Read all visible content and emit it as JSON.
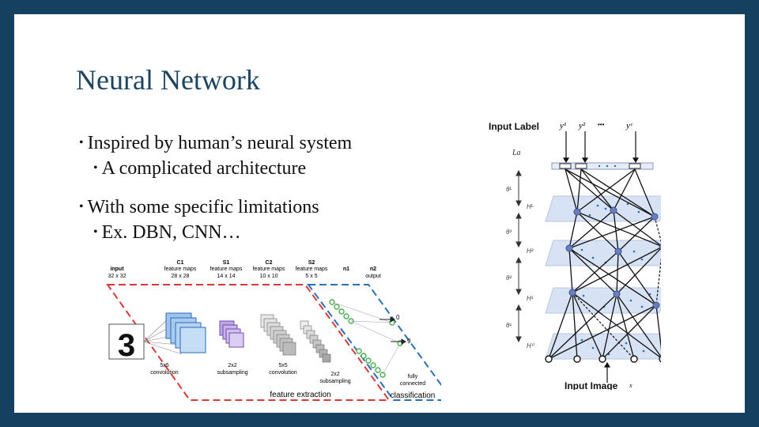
{
  "title": "Neural Network",
  "bullets": [
    {
      "text": "Inspired by human’s neural system",
      "sub": "A complicated architecture"
    },
    {
      "text": "With some specific limitations",
      "sub": "Ex. DBN, CNN…"
    }
  ],
  "cnn": {
    "layers": [
      {
        "name": "input",
        "size": "32 x 32"
      },
      {
        "name": "C1",
        "desc": "feature maps",
        "size": "28 x 28"
      },
      {
        "name": "S1",
        "desc": "feature maps",
        "size": "14 x 14"
      },
      {
        "name": "C2",
        "desc": "feature maps",
        "size": "10 x 10"
      },
      {
        "name": "S2",
        "desc": "feature maps",
        "size": "5 x 5"
      },
      {
        "name": "n1"
      },
      {
        "name": "n2",
        "desc": "output"
      }
    ],
    "digit": "3",
    "ops": [
      {
        "k": "5x5",
        "name": "convolution"
      },
      {
        "k": "2x2",
        "name": "subsampling"
      },
      {
        "k": "5x5",
        "name": "convolution"
      },
      {
        "k": "2x2",
        "name": "subsampling"
      }
    ],
    "outputs": [
      "0",
      "9"
    ],
    "fully": "fully",
    "connected": "connected",
    "feature_extraction": "feature extraction",
    "classification": "classification"
  },
  "dbn": {
    "input_label": "Input Label",
    "input_image": "Input Image",
    "y_labels": [
      "y¹",
      "y²",
      "•••",
      "yᶜ"
    ],
    "La": "La",
    "x_label": "x",
    "side_labels": [
      "θᴸ",
      "Hᴸ",
      "θ³",
      "H²",
      "θ²",
      "H¹",
      "θ¹",
      "H⁰"
    ]
  },
  "colors": {
    "frame": "#16405f",
    "title": "#1d4561",
    "red_dash": "#d83a3a",
    "blue_dash": "#2c6fb7",
    "plane": "#d7e2f4",
    "node": "#6a7fbf"
  }
}
